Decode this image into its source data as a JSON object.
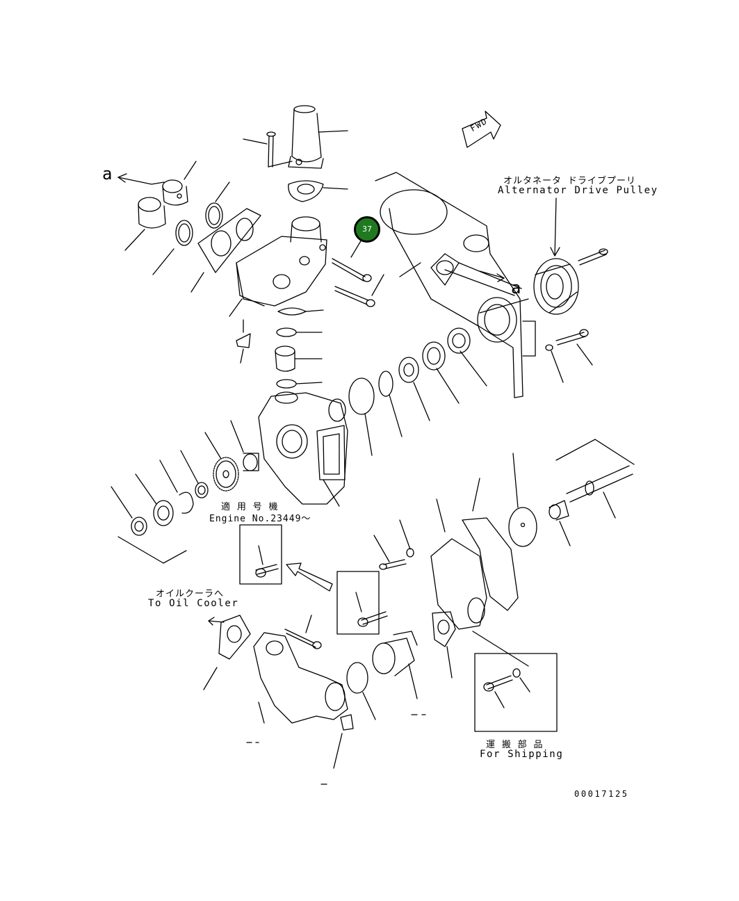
{
  "callout": {
    "number": "37",
    "color": "#1f7a1f"
  },
  "labels": {
    "view_marker_a_left": "a",
    "view_marker_a_right": "a",
    "fwd": "FWD",
    "alternator_jp": "オルタネータ ドライブプーリ",
    "alternator_en": "Alternator Drive Pulley",
    "applicable_jp": "適 用 号 機",
    "engine_no": "Engine No.23449〜",
    "oil_cooler_jp": "オイルクーラへ",
    "oil_cooler_en": "To Oil Cooler",
    "shipping_jp": "運 搬 部 品",
    "shipping_en": "For Shipping",
    "drawing_number": "00017125"
  }
}
